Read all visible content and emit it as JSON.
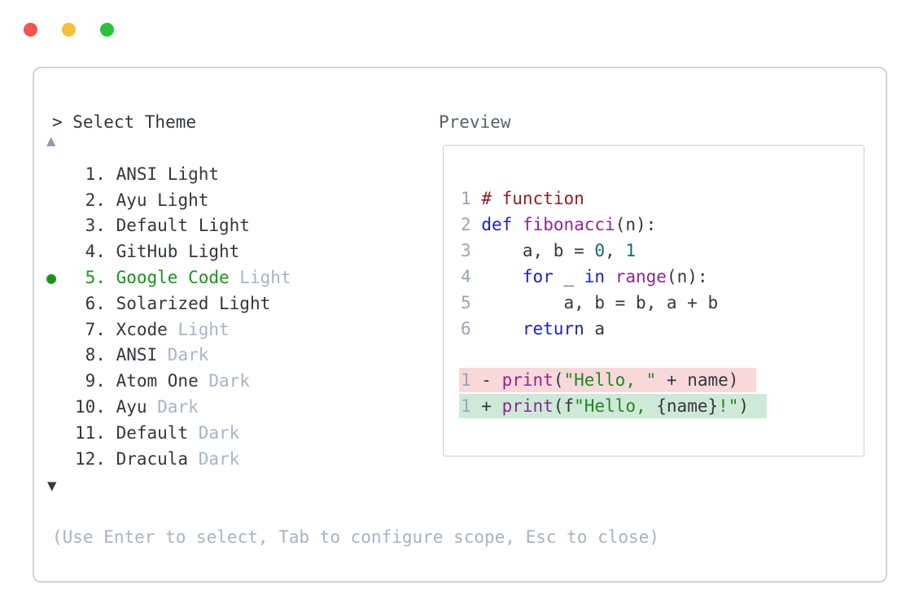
{
  "window": {
    "controls": [
      {
        "name": "close",
        "color": "#f2564f"
      },
      {
        "name": "minimize",
        "color": "#f5bd38"
      },
      {
        "name": "zoom",
        "color": "#28c23e"
      }
    ]
  },
  "colors": {
    "panel-border": "#cdd2da",
    "preview-border": "#c9ced6",
    "preview-title": "#5a616d",
    "text-dark": "#33373d",
    "text-muted": "#aab3c4",
    "hint-text": "#a9b2c1",
    "selected-green": "#1a941d",
    "scroll-up": "#929cae",
    "scroll-down": "#383c42",
    "linenum": "#9ba4b3",
    "tok-comment": "#8b2121",
    "tok-keyword": "#1c24a8",
    "tok-func": "#862b8d",
    "tok-number": "#0f6b6e",
    "tok-string": "#1d8a1f",
    "diff-removed-bg": "#f9d8da",
    "diff-added-bg": "#cfe9d9"
  },
  "selector": {
    "prompt": "> Select Theme",
    "scroll_up_icon": "▲",
    "scroll_down_icon": "▼",
    "selected_bullet": "●",
    "items": [
      {
        "number": "1",
        "name": "ANSI",
        "variant": "Light",
        "name_style": "dark",
        "variant_style": "dark",
        "selected": false
      },
      {
        "number": "2",
        "name": "Ayu",
        "variant": "Light",
        "name_style": "dark",
        "variant_style": "dark",
        "selected": false
      },
      {
        "number": "3",
        "name": "Default",
        "variant": "Light",
        "name_style": "dark",
        "variant_style": "dark",
        "selected": false
      },
      {
        "number": "4",
        "name": "GitHub",
        "variant": "Light",
        "name_style": "dark",
        "variant_style": "dark",
        "selected": false
      },
      {
        "number": "5",
        "name": "Google Code",
        "variant": "Light",
        "name_style": "green",
        "variant_style": "muted",
        "selected": true
      },
      {
        "number": "6",
        "name": "Solarized",
        "variant": "Light",
        "name_style": "dark",
        "variant_style": "dark",
        "selected": false
      },
      {
        "number": "7",
        "name": "Xcode",
        "variant": "Light",
        "name_style": "dark",
        "variant_style": "muted",
        "selected": false
      },
      {
        "number": "8",
        "name": "ANSI",
        "variant": "Dark",
        "name_style": "dark",
        "variant_style": "muted",
        "selected": false
      },
      {
        "number": "9",
        "name": "Atom One",
        "variant": "Dark",
        "name_style": "dark",
        "variant_style": "muted",
        "selected": false
      },
      {
        "number": "10",
        "name": "Ayu",
        "variant": "Dark",
        "name_style": "dark",
        "variant_style": "muted",
        "selected": false
      },
      {
        "number": "11",
        "name": "Default",
        "variant": "Dark",
        "name_style": "dark",
        "variant_style": "muted",
        "selected": false
      },
      {
        "number": "12",
        "name": "Dracula",
        "variant": "Dark",
        "name_style": "dark",
        "variant_style": "muted",
        "selected": false
      }
    ],
    "hint": "(Use Enter to select, Tab to configure scope, Esc to close)"
  },
  "preview": {
    "title": "Preview",
    "code_lines": [
      {
        "diff": "none",
        "segments": [
          {
            "t": "1",
            "s": "linenum"
          },
          {
            "t": " ",
            "s": "plain"
          },
          {
            "t": "# function",
            "s": "comment"
          }
        ]
      },
      {
        "diff": "none",
        "segments": [
          {
            "t": "2",
            "s": "linenum"
          },
          {
            "t": " ",
            "s": "plain"
          },
          {
            "t": "def",
            "s": "keyword"
          },
          {
            "t": " ",
            "s": "plain"
          },
          {
            "t": "fibonacci",
            "s": "func"
          },
          {
            "t": "(n):",
            "s": "plain"
          }
        ]
      },
      {
        "diff": "none",
        "segments": [
          {
            "t": "3",
            "s": "linenum"
          },
          {
            "t": "     a, b = ",
            "s": "plain"
          },
          {
            "t": "0",
            "s": "number"
          },
          {
            "t": ", ",
            "s": "plain"
          },
          {
            "t": "1",
            "s": "number"
          }
        ]
      },
      {
        "diff": "none",
        "segments": [
          {
            "t": "4",
            "s": "linenum"
          },
          {
            "t": "     ",
            "s": "plain"
          },
          {
            "t": "for",
            "s": "keyword"
          },
          {
            "t": " _ ",
            "s": "plain"
          },
          {
            "t": "in",
            "s": "keyword"
          },
          {
            "t": " ",
            "s": "plain"
          },
          {
            "t": "range",
            "s": "func"
          },
          {
            "t": "(n):",
            "s": "plain"
          }
        ]
      },
      {
        "diff": "none",
        "segments": [
          {
            "t": "5",
            "s": "linenum"
          },
          {
            "t": "         a, b = b, a + b",
            "s": "plain"
          }
        ]
      },
      {
        "diff": "none",
        "segments": [
          {
            "t": "6",
            "s": "linenum"
          },
          {
            "t": "     ",
            "s": "plain"
          },
          {
            "t": "return",
            "s": "keyword"
          },
          {
            "t": " a",
            "s": "plain"
          }
        ]
      },
      {
        "diff": "none",
        "segments": []
      },
      {
        "diff": "removed",
        "segments": [
          {
            "t": "1",
            "s": "linenum"
          },
          {
            "t": " - ",
            "s": "plain"
          },
          {
            "t": "print",
            "s": "func"
          },
          {
            "t": "(",
            "s": "plain"
          },
          {
            "t": "\"Hello, \"",
            "s": "string"
          },
          {
            "t": " + name)",
            "s": "plain"
          }
        ]
      },
      {
        "diff": "added",
        "segments": [
          {
            "t": "1",
            "s": "linenum"
          },
          {
            "t": " + ",
            "s": "plain"
          },
          {
            "t": "print",
            "s": "func"
          },
          {
            "t": "(f",
            "s": "plain"
          },
          {
            "t": "\"Hello, ",
            "s": "string"
          },
          {
            "t": "{name}",
            "s": "plain"
          },
          {
            "t": "!\"",
            "s": "string"
          },
          {
            "t": ")",
            "s": "plain"
          }
        ]
      }
    ]
  }
}
